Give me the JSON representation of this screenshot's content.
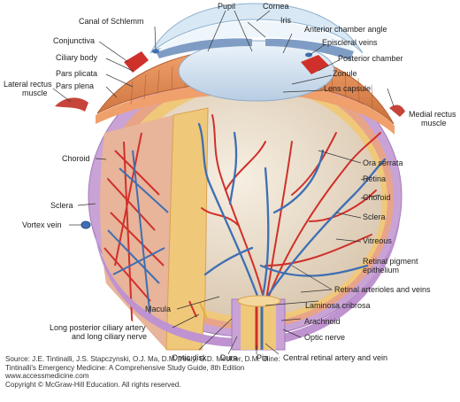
{
  "labels": {
    "pupil": "Pupil",
    "cornea": "Cornea",
    "canal_of_schlemm": "Canal of Schlemm",
    "iris": "Iris",
    "anterior_chamber_angle": "Anterior chamber angle",
    "conjunctiva": "Conjunctiva",
    "episcleral_veins": "Episcleral veins",
    "ciliary_body": "Ciliary body",
    "posterior_chamber": "Posterior chamber",
    "pars_plicata": "Pars plicata",
    "zonule": "Zonule",
    "pars_plena": "Pars plena",
    "lens_capsule": "Lens capsule",
    "lateral_rectus_line1": "Lateral rectus",
    "lateral_rectus_line2": "muscle",
    "medial_rectus_line1": "Medial rectus",
    "medial_rectus_line2": "muscle",
    "ora_serrata": "Ora serrata",
    "retina": "Retina",
    "choroid_left": "Choroid",
    "choroid_right": "Choroid",
    "sclera_left": "Sclera",
    "sclera_right": "Sclera",
    "vortex_vein": "Vortex vein",
    "vitreous": "Vitreous",
    "rpe_line1": "Retinal pigment",
    "rpe_line2": "epithelium",
    "retinal_arterioles": "Retinal arterioles and veins",
    "macula": "Macula",
    "laminosa_cribrosa": "Laminosa cribrosa",
    "long_posterior_line1": "Long posterior ciliary artery",
    "long_posterior_line2": "and long ciliary nerve",
    "arachnoid": "Arachnoid",
    "optic_nerve": "Optic nerve",
    "optic_disk": "Optic disk",
    "dura": "Dura",
    "pia": "Pia",
    "central_retinal": "Central retinal artery and vein"
  },
  "credit": {
    "line1": "Source: J.E. Tintinalli, J.S. Stapczynski, O.J. Ma, D.M. Yealy, G.D. Meckler, D.M. Cline:",
    "line2": "Tintinalli's Emergency Medicine: A Comprehensive Study Guide, 8th Edition",
    "line3": "www.accessmedicine.com",
    "line4": "Copyright © McGraw-Hill Education.  All rights reserved."
  },
  "colors": {
    "sclera": "#c9a3d6",
    "choroid": "#e8a488",
    "retina": "#f0c87a",
    "vitreous": "#eee3d0",
    "ciliary": "#e0864e",
    "lens": "#cfe0f0",
    "artery": "#d0302a",
    "vein": "#3f6fb3"
  }
}
